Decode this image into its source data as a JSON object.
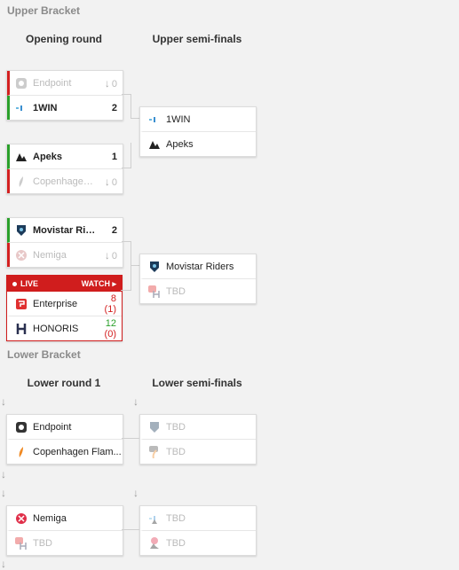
{
  "upper": {
    "title": "Upper Bracket",
    "col1": "Opening round",
    "col2": "Upper semi-finals",
    "m1": {
      "t1": {
        "name": "Endpoint",
        "score": "0"
      },
      "t2": {
        "name": "1WIN",
        "score": "2"
      }
    },
    "m2": {
      "t1": {
        "name": "Apeks",
        "score": "1"
      },
      "t2": {
        "name": "Copenhagen F...",
        "score": "0"
      }
    },
    "m3": {
      "t1": {
        "name": "Movistar Riders",
        "score": "2"
      },
      "t2": {
        "name": "Nemiga",
        "score": "0"
      }
    },
    "live": {
      "badge": "LIVE",
      "watch": "WATCH ▸",
      "t1": {
        "name": "Enterprise",
        "score": "8",
        "sub": "(1)"
      },
      "t2": {
        "name": "HONORIS",
        "score": "12",
        "sub": "(0)"
      }
    },
    "s1": {
      "t1": {
        "name": "1WIN"
      },
      "t2": {
        "name": "Apeks"
      }
    },
    "s2": {
      "t1": {
        "name": "Movistar Riders"
      },
      "t2": {
        "name": "TBD"
      }
    }
  },
  "lower": {
    "title": "Lower Bracket",
    "col1": "Lower round 1",
    "col2": "Lower semi-finals",
    "m1": {
      "t1": {
        "name": "Endpoint"
      },
      "t2": {
        "name": "Copenhagen Flam..."
      }
    },
    "m2": {
      "t1": {
        "name": "Nemiga"
      },
      "t2": {
        "name": "TBD"
      }
    },
    "s1": {
      "t1": {
        "name": "TBD"
      },
      "t2": {
        "name": "TBD"
      }
    },
    "s2": {
      "t1": {
        "name": "TBD"
      },
      "t2": {
        "name": "TBD"
      }
    }
  },
  "icons": {
    "down_arrow": "↓"
  },
  "colors": {
    "win": "#2aa02a",
    "lose": "#d32020",
    "live": "#d01d1d"
  }
}
